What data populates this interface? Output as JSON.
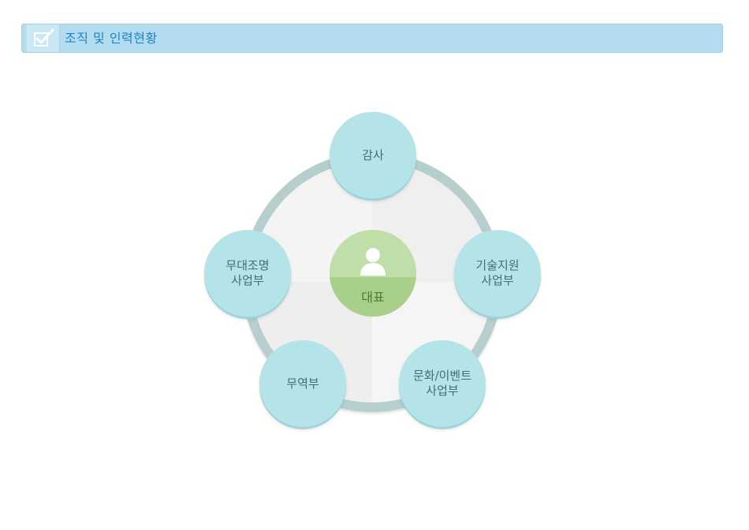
{
  "header": {
    "title": "조직 및 인력현황",
    "icon": "checkbox-check-icon"
  },
  "org": {
    "center": {
      "label": "대표",
      "icon": "person-icon"
    },
    "units": [
      {
        "id": "audit",
        "lines": [
          "감사"
        ]
      },
      {
        "id": "tech-support",
        "lines": [
          "기술지원",
          "사업부"
        ]
      },
      {
        "id": "culture-event",
        "lines": [
          "문화/이벤트",
          "사업부"
        ]
      },
      {
        "id": "trade",
        "lines": [
          "무역부"
        ]
      },
      {
        "id": "stage-lighting",
        "lines": [
          "무대조명",
          "사업부"
        ]
      }
    ]
  },
  "colors": {
    "header_bg": "#b3dcf0",
    "header_text": "#1a86c7",
    "node_bg": "#b5e4e8",
    "node_text": "#3d6f73",
    "ring": "#b7cece",
    "center_top": "#c0dea8",
    "center_bottom": "#a9d08a"
  }
}
